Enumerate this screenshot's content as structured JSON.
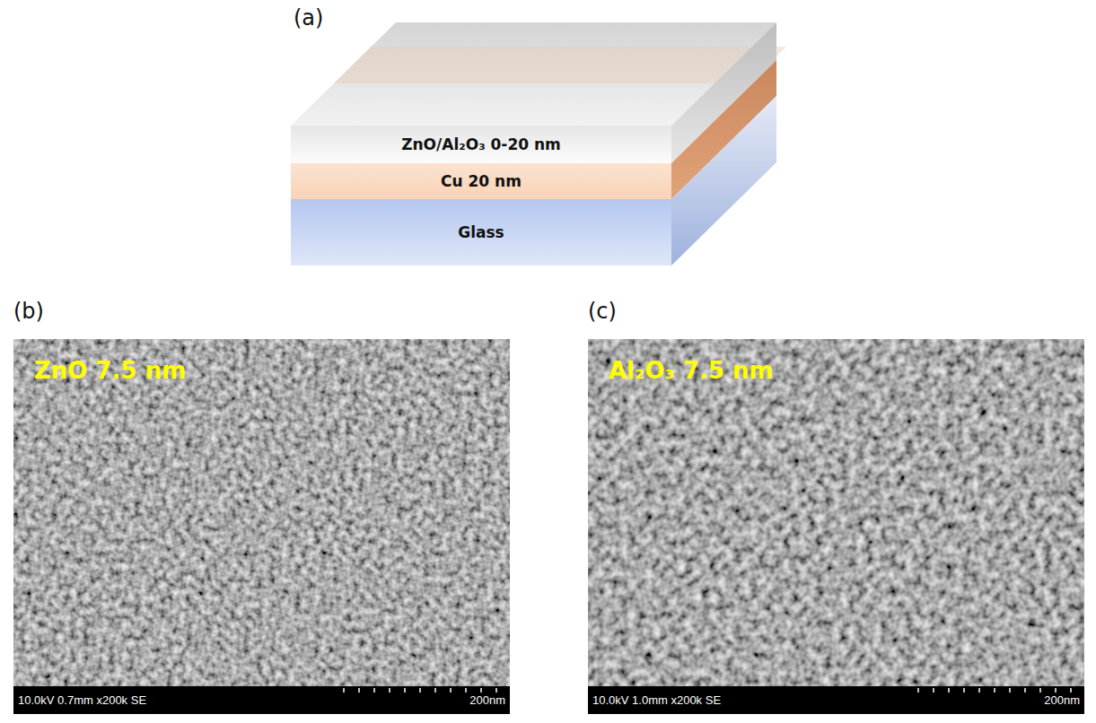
{
  "diagram": {
    "nodes": [
      {
        "text": [
          "ZnO/Al₂O₃ 0-20 nm"
        ]
      },
      {
        "text": [
          "Cu 20 nm"
        ]
      },
      {
        "text": [
          "Glass"
        ]
      },
      {
        "text": [
          "ZnO 7.5 nm"
        ]
      },
      {
        "text": [
          "Al₂O₃ 7.5 nm"
        ]
      }
    ],
    "labels": [
      "(a)",
      "(b)",
      "(c)",
      "10.0kV 0.7mm x200k SE",
      "200nm",
      "10.0kV 1.0mm x200k SE",
      "200nm"
    ]
  }
}
